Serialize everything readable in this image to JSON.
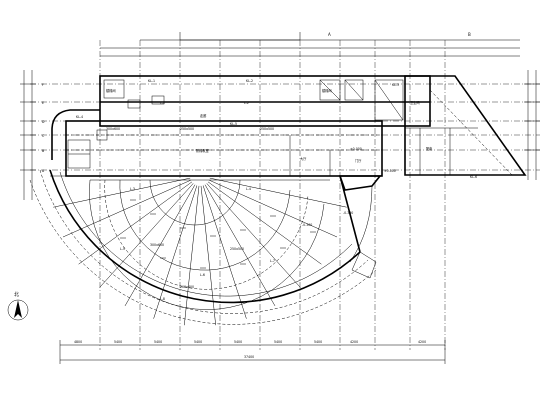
{
  "drawing": {
    "north_label": "北",
    "top_labels": [
      "A",
      "B"
    ],
    "left_grid_labels": [
      "F",
      "E",
      "D",
      "C",
      "B",
      "A"
    ],
    "bottom_total": "37400",
    "bottom_dims": [
      "4800",
      "5400",
      "5400",
      "5400",
      "5400",
      "5400",
      "5400",
      "4200",
      "4200"
    ],
    "room_labels": [
      "楼梯间",
      "楼梯间",
      "卫生间",
      "走廊",
      "配电",
      "大厅",
      "阶梯教室",
      "门厅"
    ],
    "level_labels": [
      "±0.000",
      "-0.300",
      "-0.300",
      "±0.000"
    ],
    "beam_labels": [
      "KL-1",
      "KL-2",
      "KL-3",
      "KL-4",
      "KL-5",
      "KL-6",
      "L-1",
      "L-2",
      "L-3",
      "L-4",
      "L-5",
      "L-6",
      "L-7",
      "L-8"
    ],
    "section_labels": [
      "300x600",
      "250x500",
      "250x500",
      "300x600",
      "250x500",
      "200x400"
    ]
  },
  "colors": {
    "ink": "#000000",
    "paper": "#ffffff"
  }
}
